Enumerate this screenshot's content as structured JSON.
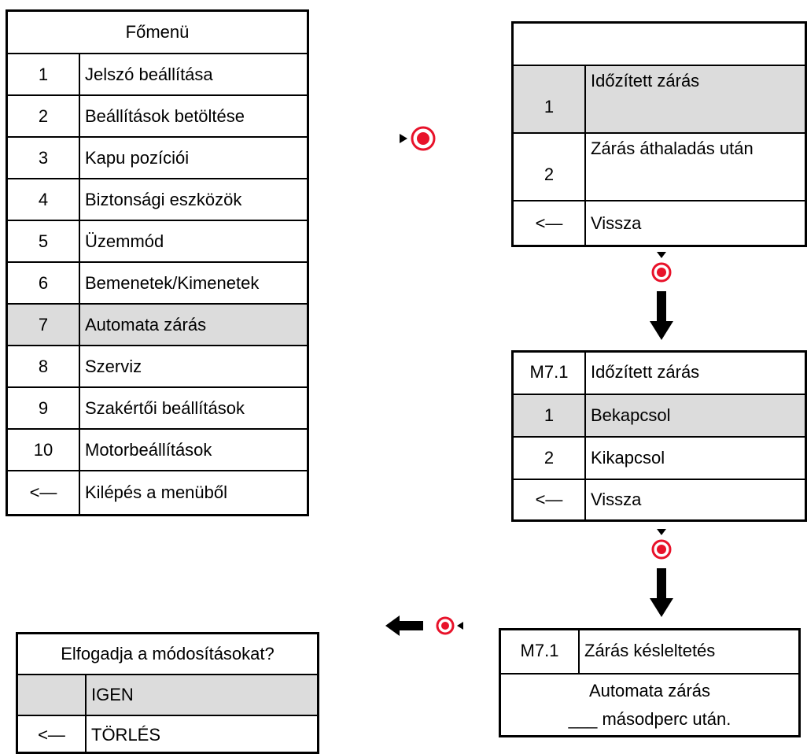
{
  "main_menu": {
    "title": "Főmenü",
    "items": [
      {
        "num": "1",
        "label": "Jelszó beállítása"
      },
      {
        "num": "2",
        "label": "Beállítások betöltése"
      },
      {
        "num": "3",
        "label": "Kapu pozíciói"
      },
      {
        "num": "4",
        "label": "Biztonsági eszközök"
      },
      {
        "num": "5",
        "label": "Üzemmód"
      },
      {
        "num": "6",
        "label": "Bemenetek/Kimenetek"
      },
      {
        "num": "7",
        "label": "Automata zárás"
      },
      {
        "num": "8",
        "label": "Szerviz"
      },
      {
        "num": "9",
        "label": "Szakértői beállítások"
      },
      {
        "num": "10",
        "label": "Motorbeállítások"
      },
      {
        "num": "<—",
        "label": "Kilépés a menüből"
      }
    ]
  },
  "submenu_7": {
    "title": "",
    "items": [
      {
        "num": "1",
        "label": "Időzített zárás"
      },
      {
        "num": "2",
        "label": "Zárás áthaladás után"
      },
      {
        "num": "<—",
        "label": "Vissza"
      }
    ]
  },
  "menu_m71": {
    "code": "M7.1",
    "title": "Időzített zárás",
    "items": [
      {
        "num": "1",
        "label": "Bekapcsol"
      },
      {
        "num": "2",
        "label": "Kikapcsol"
      },
      {
        "num": "<—",
        "label": "Vissza"
      }
    ]
  },
  "delay_screen": {
    "code": "M7.1",
    "title": "Zárás késleltetés",
    "line1": "Automata zárás",
    "line2": "___ másodperc után."
  },
  "confirm_screen": {
    "title": "Elfogadja a módosításokat?",
    "items": [
      {
        "num": "",
        "label": "IGEN"
      },
      {
        "num": "<—",
        "label": "TÖRLÉS"
      }
    ]
  },
  "colors": {
    "highlight": "#dcdcdc",
    "accent": "#e8122a"
  }
}
